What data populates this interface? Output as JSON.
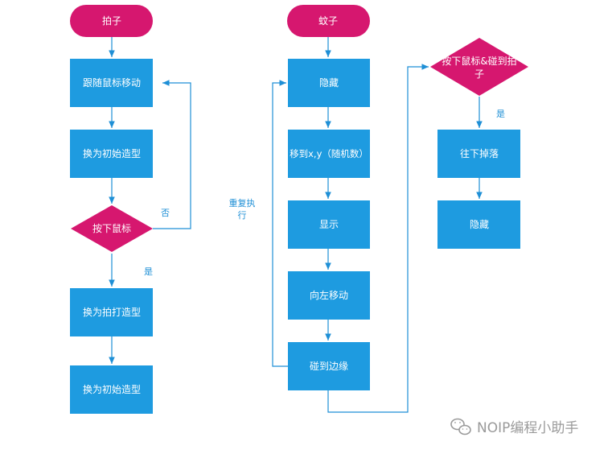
{
  "diagram": {
    "colors": {
      "process": "#1e9be0",
      "start": "#d6176f",
      "decision": "#d6176f",
      "line": "#1e8fd6",
      "text": "#ffffff",
      "edge_label": "#1e8fd6",
      "watermark": "#9a9a9a"
    },
    "paddle": {
      "start": "拍子",
      "steps": [
        "跟随鼠标移动",
        "换为初始造型"
      ],
      "decision": "按下鼠标",
      "no_label": "否",
      "yes_label": "是",
      "after": [
        "换为拍打造型",
        "换为初始造型"
      ]
    },
    "mosquito": {
      "start": "蚊子",
      "steps": [
        "隐藏",
        "移到x,y（随机数）",
        "显示",
        "向左移动",
        "碰到边缘"
      ],
      "repeat_label_line1": "重复执",
      "repeat_label_line2": "行"
    },
    "hit": {
      "decision_line1": "按下鼠标&碰到拍",
      "decision_line2": "子",
      "yes_label": "是",
      "steps": [
        "往下掉落",
        "隐藏"
      ]
    },
    "watermark": {
      "icon": "wechat-icon",
      "text": "NOIP编程小助手"
    }
  }
}
